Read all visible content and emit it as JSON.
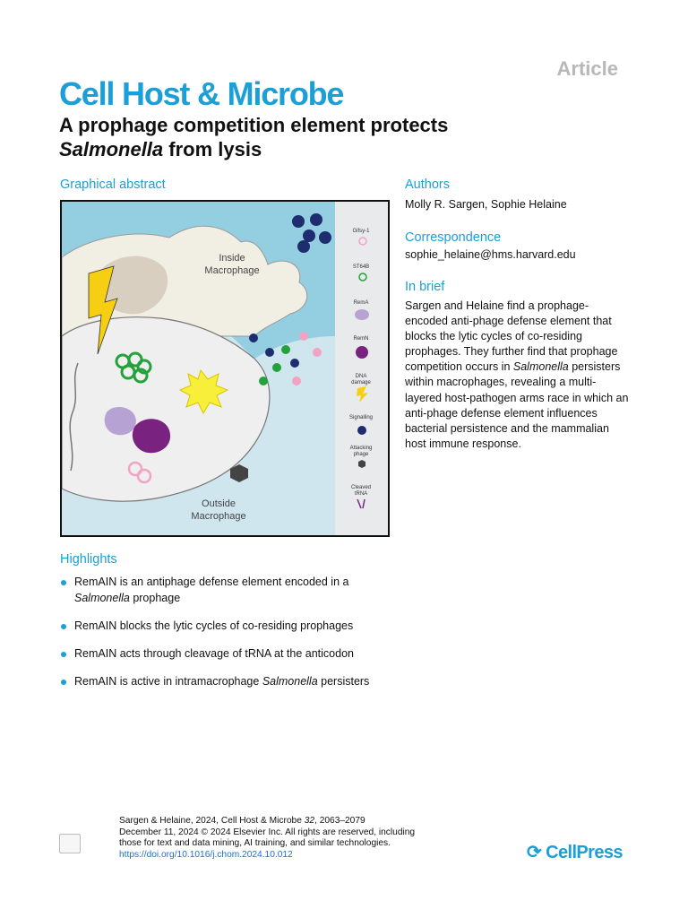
{
  "header": {
    "article_label": "Article",
    "journal": "Cell Host & Microbe",
    "title_line1": "A prophage competition element protects",
    "title_italic": "Salmonella",
    "title_line2_rest": " from lysis"
  },
  "graphical_abstract": {
    "heading": "Graphical abstract",
    "inside_label": [
      "Inside",
      "Macrophage"
    ],
    "outside_label": [
      "Outside",
      "Macrophage"
    ],
    "legend": {
      "gifsy": "Gifsy-1",
      "st64b": "ST64B",
      "rema": "RemA",
      "remn": "RemN",
      "dna1": "DNA",
      "dna2": "damage",
      "signalling": "Signalling",
      "attack1": "Attacking",
      "attack2": "phage",
      "trna1": "Cleaved",
      "trna2": "tRNA"
    }
  },
  "authors": {
    "heading": "Authors",
    "names": "Molly R. Sargen, Sophie Helaine"
  },
  "correspondence": {
    "heading": "Correspondence",
    "email": "sophie_helaine@hms.harvard.edu"
  },
  "in_brief": {
    "heading": "In brief",
    "text_a": "Sargen and Helaine find a prophage-encoded anti-phage defense element that blocks the lytic cycles of co-residing prophages. They further find that prophage competition occurs in ",
    "text_italic": "Salmonella",
    "text_b": " persisters within macrophages, revealing a multi-layered host-pathogen arms race in which an anti-phage defense element influences bacterial persistence and the mammalian host immune response."
  },
  "highlights": {
    "heading": "Highlights",
    "item1_a": "RemAIN is an antiphage defense element encoded in a ",
    "item1_italic": "Salmonella",
    "item1_b": " prophage",
    "item2": "RemAIN blocks the lytic cycles of co-residing prophages",
    "item3": "RemAIN acts through cleavage of tRNA at the anticodon",
    "item4_a": "RemAIN is active in intramacrophage ",
    "item4_italic": "Salmonella",
    "item4_b": " persisters"
  },
  "citation": {
    "line1_a": "Sargen & Helaine, 2024, Cell Host & Microbe ",
    "volume": "32",
    "line1_b": ", 2063–2079",
    "line2": "December 11, 2024 © 2024 Elsevier Inc. All rights are reserved, including",
    "line3": "those for text and data mining, AI training, and similar technologies.",
    "doi": "https://doi.org/10.1016/j.chom.2024.10.012"
  },
  "publisher": {
    "name": "CellPress"
  },
  "colors": {
    "accent": "#1b9fd6",
    "outside_bg": "#cfe6ef",
    "macrophage_bg": "#93cfe0"
  }
}
